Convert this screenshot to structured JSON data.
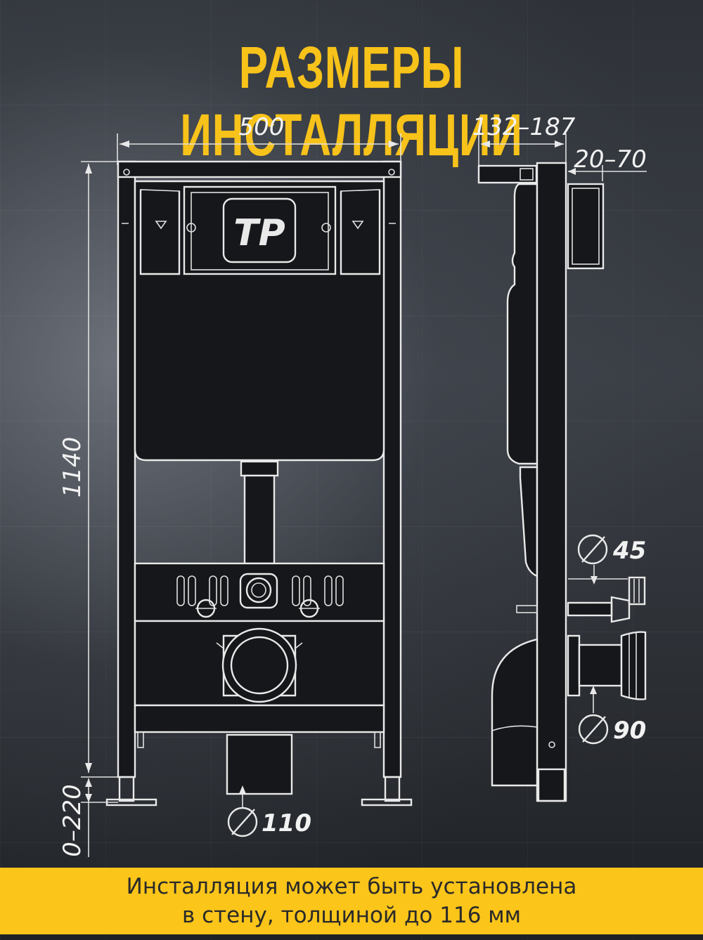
{
  "title": "РАЗМЕРЫ ИНСТАЛЛЯЦИИ",
  "dimensions": {
    "width": "500",
    "height": "1140",
    "leg_adjust": "0–220",
    "depth": "132–187",
    "button_offset": "20–70",
    "drain_pipe": "110",
    "water_inlet": "45",
    "outlet": "90"
  },
  "logo_text": "TP",
  "footer": {
    "line1": "Инсталляция может быть установлена",
    "line2": "в стену, толщиной до 116 мм"
  },
  "colors": {
    "accent": "#fbc51a",
    "title": "#f7c21a",
    "line": "#e9e9e9"
  }
}
